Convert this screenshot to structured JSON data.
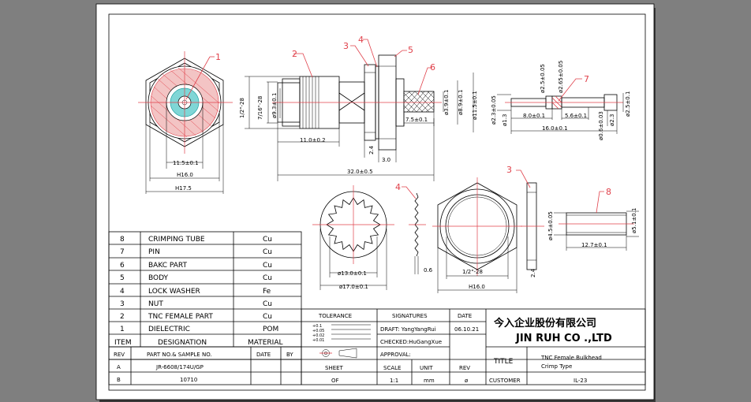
{
  "parts": [
    {
      "no": "8",
      "name": "CRIMPING TUBE",
      "material": "Cu"
    },
    {
      "no": "7",
      "name": "PIN",
      "material": "Cu"
    },
    {
      "no": "6",
      "name": "BAKC PART",
      "material": "Cu"
    },
    {
      "no": "5",
      "name": "BODY",
      "material": "Cu"
    },
    {
      "no": "4",
      "name": "LOCK WASHER",
      "material": "Fe"
    },
    {
      "no": "3",
      "name": "NUT",
      "material": "Cu"
    },
    {
      "no": "2",
      "name": "TNC FEMALE PART",
      "material": "Cu"
    },
    {
      "no": "1",
      "name": "DIELECTRIC",
      "material": "POM"
    }
  ],
  "parts_header": {
    "item": "ITEM",
    "designation": "DESIGNATION",
    "material": "MATERIAL"
  },
  "rev_header": {
    "rev": "REV",
    "part_no": "PART NO.& SAMPLE NO.",
    "date": "DATE",
    "by": "BY"
  },
  "rev_rows": [
    {
      "rev": "A",
      "part_no": "JR-6608/174U/GP"
    },
    {
      "rev": "B",
      "part_no": "10710"
    }
  ],
  "tolerance": {
    "label": "TOLERANCE",
    "lines": [
      "+0.1",
      "+0.05",
      "+0.02",
      "+0.01"
    ]
  },
  "signatures": {
    "label": "SIGNATURES",
    "date_label": "DATE",
    "draft": "DRAFT: YangYangRui",
    "checked": "CHECKED:HuGangXue",
    "approval": "APPROVAL:",
    "date": "06.10.21"
  },
  "company": {
    "chinese": "今入企业股份有限公司",
    "english": "JIN RUH CO .,LTD"
  },
  "title_block": {
    "sheet_label": "SHEET",
    "sheet_value": "OF",
    "scale_label": "SCALE",
    "scale_value": "1:1",
    "unit_label": "UNIT",
    "unit_value": "mm",
    "rev_label": "REV",
    "rev_value": "ø",
    "title_label": "TITLE",
    "title_line1": "TNC Female Bulkhead",
    "title_line2": "Crimp Type",
    "customer_label": "CUSTOMER",
    "customer_value": "IL-23"
  },
  "balloons": [
    "1",
    "2",
    "3",
    "4",
    "5",
    "6",
    "7",
    "3",
    "4",
    "8"
  ],
  "dimensions": {
    "front_view": [
      "11.5±0.1",
      "H16.0",
      "H17.5"
    ],
    "side_view": [
      "1/2\"-28",
      "7/16\"-28",
      "ø9.3±0.1",
      "11.0±0.2",
      "2.4",
      "3.0",
      "32.0±0.5",
      "7.5±0.1",
      "ø3.9±0.1",
      "ø8.9±0.1",
      "ø11.5±0.1"
    ],
    "pin": [
      "ø2.3±0.05",
      "ø1.3",
      "ø2.5±0.05",
      "ø2.65±0.05",
      "8.0±0.1",
      "5.6±0.1",
      "16.0±0.1",
      "ø0.6±0.03",
      "ø2.3",
      "ø2.5±0.1"
    ],
    "washer": [
      "ø13.0±0.1",
      "ø17.0±0.1",
      "0.6"
    ],
    "nut": [
      "1/2\"-28",
      "H16.0",
      "2.4"
    ],
    "tube": [
      "ø4.5±0.05",
      "12.7±0.1",
      "ø5.1±0.1"
    ]
  }
}
